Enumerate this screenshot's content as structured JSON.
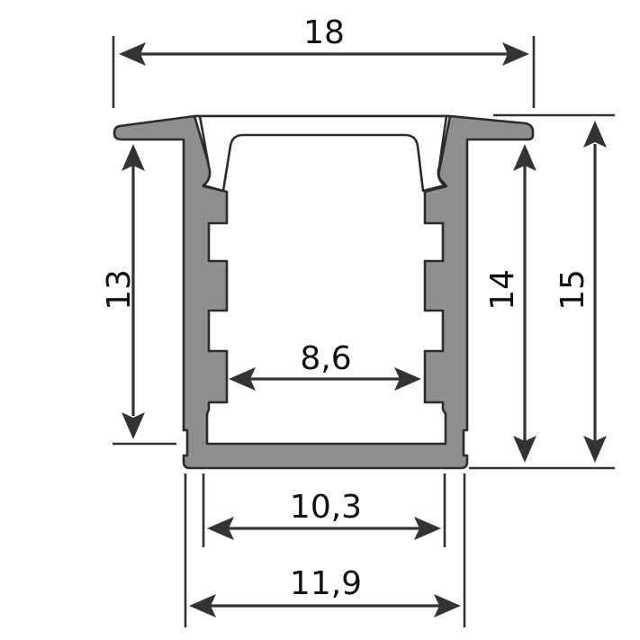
{
  "drawing": {
    "type": "LED aluminum profile cross-section",
    "colors": {
      "profile_fill": "#8f8f8f",
      "outline": "#2b2b2b",
      "dimension_lines": "#333333",
      "text": "#111111",
      "background": "#ffffff"
    },
    "dimensions": {
      "total_width": "18",
      "height_left": "13",
      "height_inner_right": "14",
      "height_total_right": "15",
      "inner_channel_width": "8,6",
      "inner_base_width": "10,3",
      "outer_base_width": "11,9"
    }
  }
}
